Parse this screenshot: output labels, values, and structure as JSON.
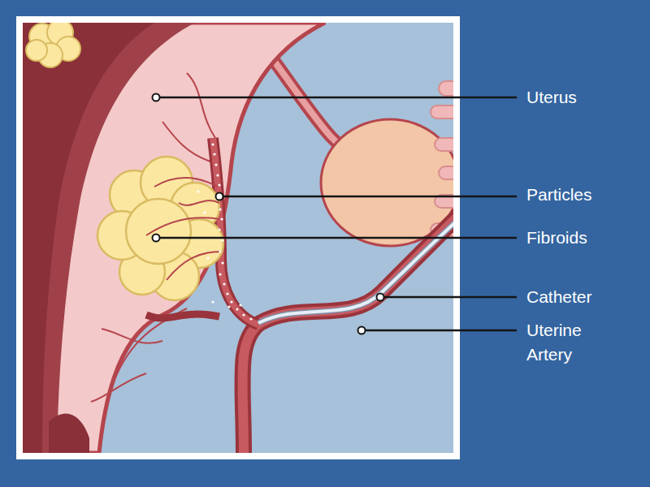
{
  "diagram": {
    "labels": [
      "Uterus",
      "Particles",
      "Fibroids",
      "Catheter",
      "Uterine Artery"
    ]
  }
}
